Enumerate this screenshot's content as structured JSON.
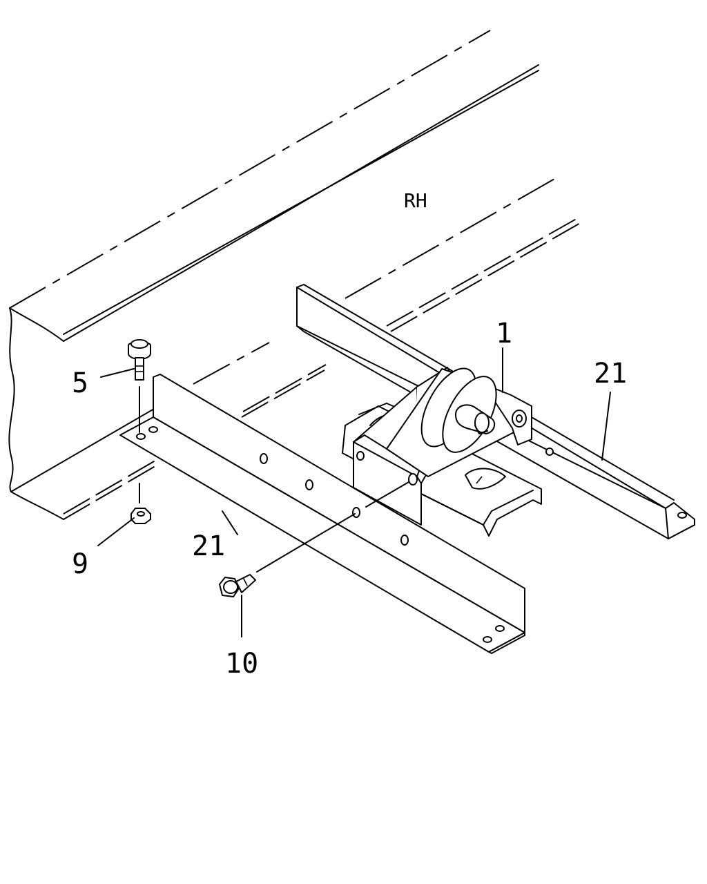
{
  "diagram": {
    "side_label": "RH",
    "callouts": [
      {
        "id": "1",
        "text": "1"
      },
      {
        "id": "5",
        "text": "5"
      },
      {
        "id": "9",
        "text": "9"
      },
      {
        "id": "10",
        "text": "10"
      },
      {
        "id": "21a",
        "text": "21"
      },
      {
        "id": "21b",
        "text": "21"
      }
    ]
  }
}
